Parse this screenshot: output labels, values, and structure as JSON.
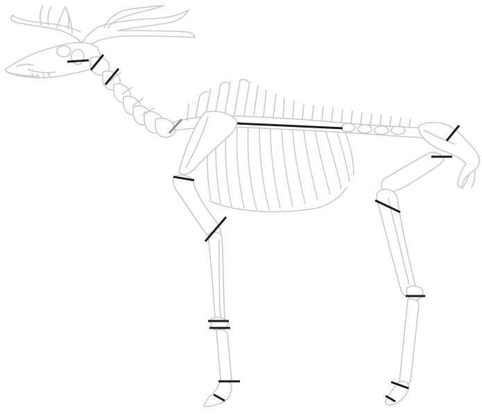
{
  "diagram": {
    "subject": "deer-skeleton",
    "colors": {
      "background": "#ffffff",
      "bone_outline": "#c8c8c8",
      "cut_line": "#1a1a1a",
      "cut_line_muted": "#8c8c8c"
    },
    "cut_markers": [
      {
        "id": "skull-base",
        "color_role": "cut_line"
      },
      {
        "id": "atlas",
        "color_role": "cut_line"
      },
      {
        "id": "axis",
        "color_role": "cut_line"
      },
      {
        "id": "cervical-thoracic",
        "color_role": "cut_line_muted"
      },
      {
        "id": "spine-thoracic",
        "color_role": "cut_line"
      },
      {
        "id": "pelvis-ilium",
        "color_role": "cut_line"
      },
      {
        "id": "pelvis-ischium",
        "color_role": "cut_line"
      },
      {
        "id": "scapula-humerus",
        "color_role": "cut_line"
      },
      {
        "id": "elbow",
        "color_role": "cut_line"
      },
      {
        "id": "carpus-upper",
        "color_role": "cut_line"
      },
      {
        "id": "carpus-lower",
        "color_role": "cut_line"
      },
      {
        "id": "front-fetlock",
        "color_role": "cut_line"
      },
      {
        "id": "front-hoof",
        "color_role": "cut_line"
      },
      {
        "id": "stifle",
        "color_role": "cut_line"
      },
      {
        "id": "hock",
        "color_role": "cut_line"
      },
      {
        "id": "hind-fetlock",
        "color_role": "cut_line"
      },
      {
        "id": "hind-hoof",
        "color_role": "cut_line"
      }
    ]
  }
}
